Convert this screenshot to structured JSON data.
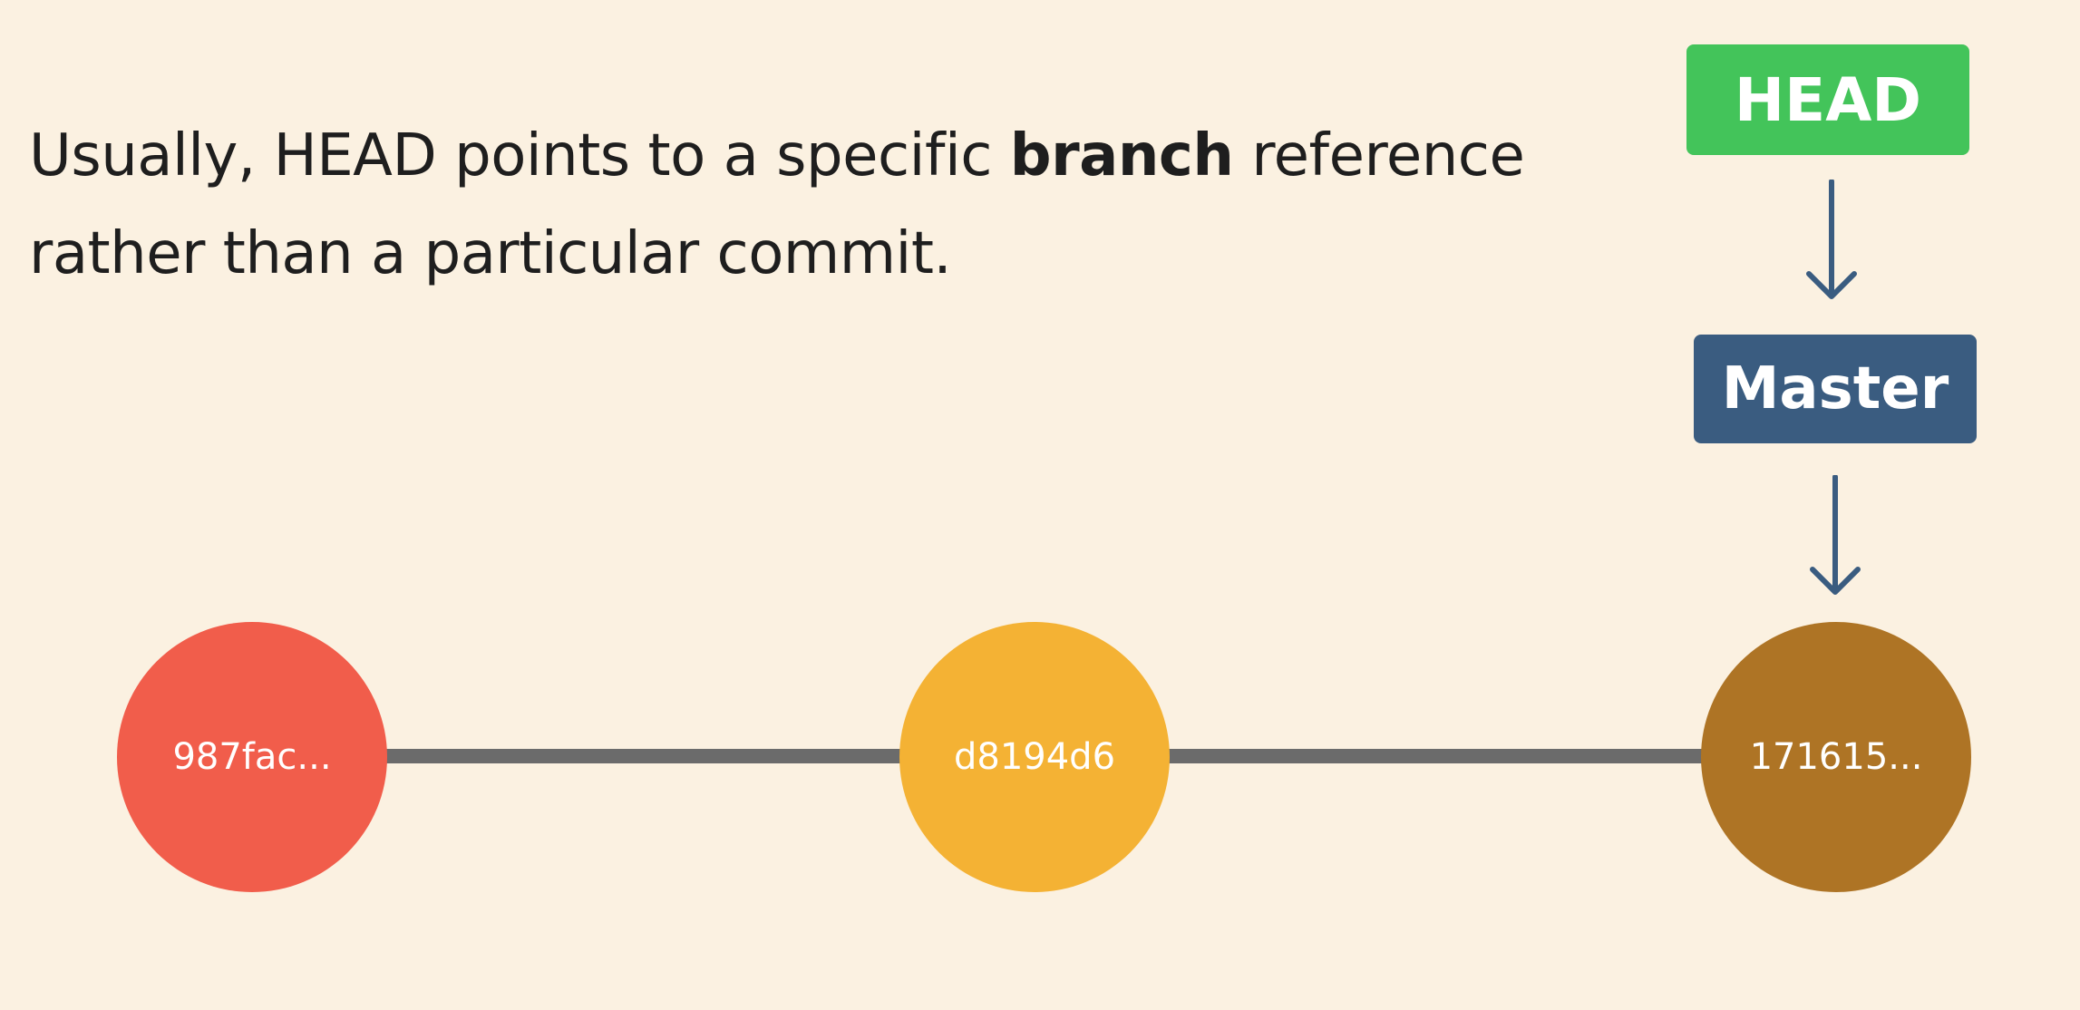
{
  "caption": {
    "line1_before": "Usually, HEAD points to a specific ",
    "line1_bold": "branch",
    "line1_after": " reference",
    "line2": "rather than a particular commit."
  },
  "refs": {
    "head_label": "HEAD",
    "master_label": "Master"
  },
  "commits": [
    {
      "label": "987fac...",
      "color": "#f15d4b"
    },
    {
      "label": "d8194d6",
      "color": "#f4b234"
    },
    {
      "label": "171615...",
      "color": "#ae7425"
    }
  ],
  "colors": {
    "background": "#fbf1e1",
    "head": "#43c45a",
    "master": "#3a5c80",
    "arrow": "#3a5c80",
    "line": "#6b6b6b"
  }
}
